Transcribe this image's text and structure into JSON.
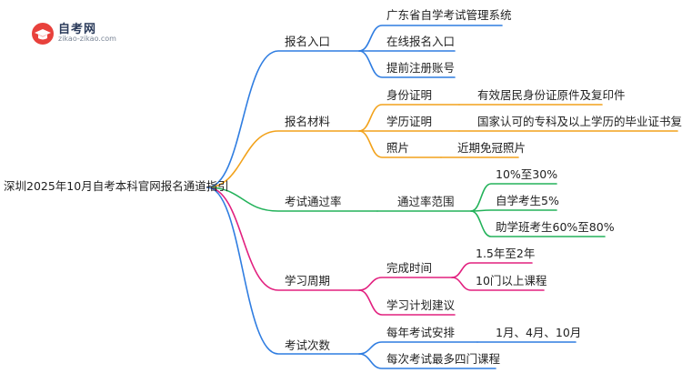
{
  "logo": {
    "name": "自考网",
    "domain": "zikao-zikao.com"
  },
  "root": "深圳2025年10月自考本科官网报名通道指引",
  "branches": [
    {
      "label": "报名入口",
      "color": "#2f7de1",
      "children": [
        {
          "label": "广东省自学考试管理系统"
        },
        {
          "label": "在线报名入口"
        },
        {
          "label": "提前注册账号"
        }
      ]
    },
    {
      "label": "报名材料",
      "color": "#f2a21b",
      "children": [
        {
          "label": "身份证明",
          "children": [
            {
              "label": "有效居民身份证原件及复印件"
            }
          ]
        },
        {
          "label": "学历证明",
          "children": [
            {
              "label": "国家认可的专科及以上学历的毕业证书复印件"
            }
          ]
        },
        {
          "label": "照片",
          "children": [
            {
              "label": "近期免冠照片"
            }
          ]
        }
      ]
    },
    {
      "label": "考试通过率",
      "color": "#23b25a",
      "children": [
        {
          "label": "通过率范围",
          "children": [
            {
              "label": "10%至30%"
            },
            {
              "label": "自学考生5%"
            },
            {
              "label": "助学班考生60%至80%"
            }
          ]
        }
      ]
    },
    {
      "label": "学习周期",
      "color": "#e2207f",
      "children": [
        {
          "label": "完成时间",
          "children": [
            {
              "label": "1.5年至2年"
            },
            {
              "label": "10门以上课程"
            }
          ]
        },
        {
          "label": "学习计划建议"
        }
      ]
    },
    {
      "label": "考试次数",
      "color": "#2f7de1",
      "children": [
        {
          "label": "每年考试安排",
          "children": [
            {
              "label": "1月、4月、10月"
            }
          ]
        },
        {
          "label": "每次考试最多四门课程"
        }
      ]
    }
  ]
}
